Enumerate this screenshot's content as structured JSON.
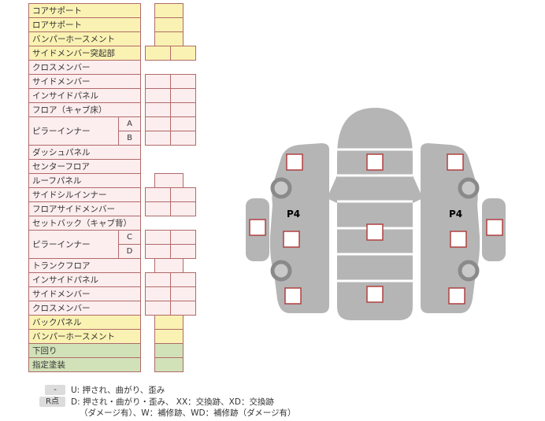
{
  "colors": {
    "yellow_bg": "#faf2b2",
    "pink_bg": "#fcedee",
    "green_bg": "#d2e2b8",
    "cell_border": "#b06a6a",
    "silhouette_gray": "#b5b5b5",
    "marker_border": "#b04040",
    "legend_key_bg": "#dcdcdc"
  },
  "table": {
    "rows": [
      {
        "label": "コアサポート",
        "color": "yellow",
        "cells": 1
      },
      {
        "label": "ロアサポート",
        "color": "yellow",
        "cells": 1
      },
      {
        "label": "バンパーホースメント",
        "color": "yellow",
        "cells": 1
      },
      {
        "label": "サイドメンバー突起部",
        "color": "yellow",
        "cells": 2
      },
      {
        "label": "クロスメンバー",
        "color": "pink",
        "cells": 0
      },
      {
        "label": "サイドメンバー",
        "color": "pink",
        "cells": 2
      },
      {
        "label": "インサイドパネル",
        "color": "pink",
        "cells": 2
      },
      {
        "label": "フロア（キャブ床）",
        "color": "pink",
        "cells": 2
      },
      {
        "label": "ピラーインナー",
        "sub": "A",
        "color": "pink",
        "cells": 2,
        "labelSpan": 2
      },
      {
        "label": "",
        "sub": "B",
        "color": "pink",
        "cells": 2,
        "cont": true
      },
      {
        "label": "ダッシュパネル",
        "color": "pink",
        "cells": 0
      },
      {
        "label": "センターフロア",
        "color": "pink",
        "cells": 0
      },
      {
        "label": "ルーフパネル",
        "color": "pink",
        "cells": 1
      },
      {
        "label": "サイドシルインナー",
        "color": "pink",
        "cells": 2
      },
      {
        "label": "フロアサイドメンバー",
        "color": "pink",
        "cells": 2
      },
      {
        "label": "セットバック（キャブ背）",
        "color": "pink",
        "cells": 0
      },
      {
        "label": "ピラーインナー",
        "sub": "C",
        "color": "pink",
        "cells": 2,
        "labelSpan": 2
      },
      {
        "label": "",
        "sub": "D",
        "color": "pink",
        "cells": 2,
        "cont": true
      },
      {
        "label": "トランクフロア",
        "color": "pink",
        "cells": 1
      },
      {
        "label": "インサイドパネル",
        "color": "pink",
        "cells": 2
      },
      {
        "label": "サイドメンバー",
        "color": "pink",
        "cells": 2
      },
      {
        "label": "クロスメンバー",
        "color": "pink",
        "cells": 2
      },
      {
        "label": "バックパネル",
        "color": "yellow",
        "cells": 1
      },
      {
        "label": "バンパーホースメント",
        "color": "yellow",
        "cells": 1
      },
      {
        "label": "下回り",
        "color": "green",
        "cells": 1
      },
      {
        "label": "指定塗装",
        "color": "green",
        "cells": 1
      }
    ]
  },
  "legend": {
    "key1": "-",
    "text1": "U: 押され、曲がり、歪み",
    "key2": "R点",
    "text2": "D: 押され・曲がり・歪み、 XX：交換跡、XD：交換跡",
    "text3": "（ダメージ有）、W：補修跡、WD：補修跡（ダメージ有）"
  },
  "diagram": {
    "p4_left": "P4",
    "p4_right": "P4"
  }
}
